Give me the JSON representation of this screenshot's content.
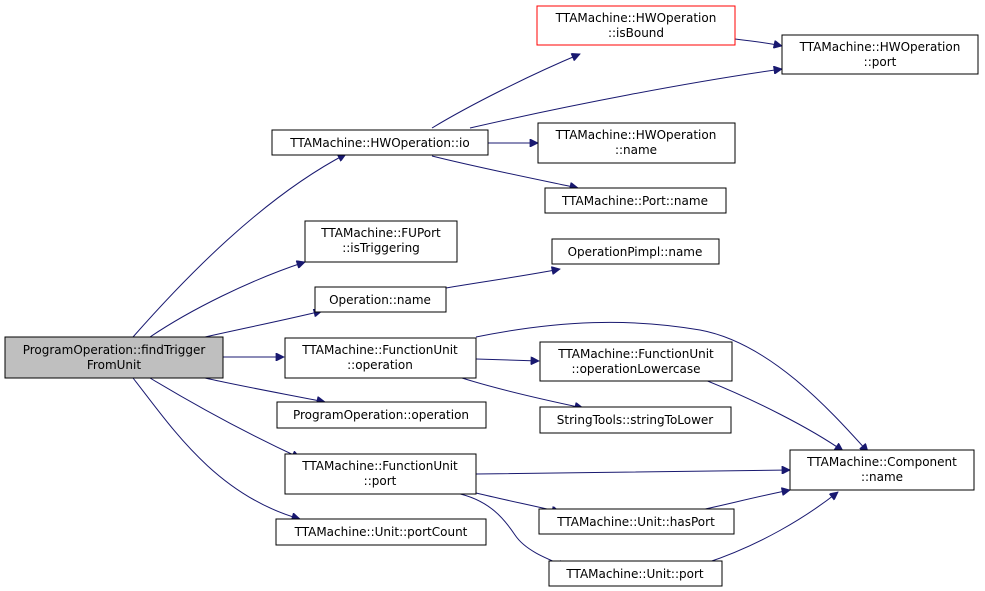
{
  "colors": {
    "edge": "#191970",
    "root_fill": "#bfbfbf",
    "highlight_border": "#ff0000",
    "node_border": "#000000",
    "node_fill": "#ffffff"
  },
  "nodes": {
    "root": [
      "ProgramOperation::findTrigger",
      "FromUnit"
    ],
    "hwop_isbound": [
      "TTAMachine::HWOperation",
      "::isBound"
    ],
    "hwop_port": [
      "TTAMachine::HWOperation",
      "::port"
    ],
    "hwop_io": [
      "TTAMachine::HWOperation::io"
    ],
    "hwop_name": [
      "TTAMachine::HWOperation",
      "::name"
    ],
    "port_name": [
      "TTAMachine::Port::name"
    ],
    "fuport_istriggering": [
      "TTAMachine::FUPort",
      "::isTriggering"
    ],
    "operationpimpl_name": [
      "OperationPimpl::name"
    ],
    "operation_name": [
      "Operation::name"
    ],
    "fu_operation": [
      "TTAMachine::FunctionUnit",
      "::operation"
    ],
    "fu_operation_lowercase": [
      "TTAMachine::FunctionUnit",
      "::operationLowercase"
    ],
    "programoperation_operation": [
      "ProgramOperation::operation"
    ],
    "stringtools_tolower": [
      "StringTools::stringToLower"
    ],
    "fu_port": [
      "TTAMachine::FunctionUnit",
      "::port"
    ],
    "component_name": [
      "TTAMachine::Component",
      "::name"
    ],
    "unit_hasport": [
      "TTAMachine::Unit::hasPort"
    ],
    "unit_portcount": [
      "TTAMachine::Unit::portCount"
    ],
    "unit_port": [
      "TTAMachine::Unit::port"
    ]
  }
}
